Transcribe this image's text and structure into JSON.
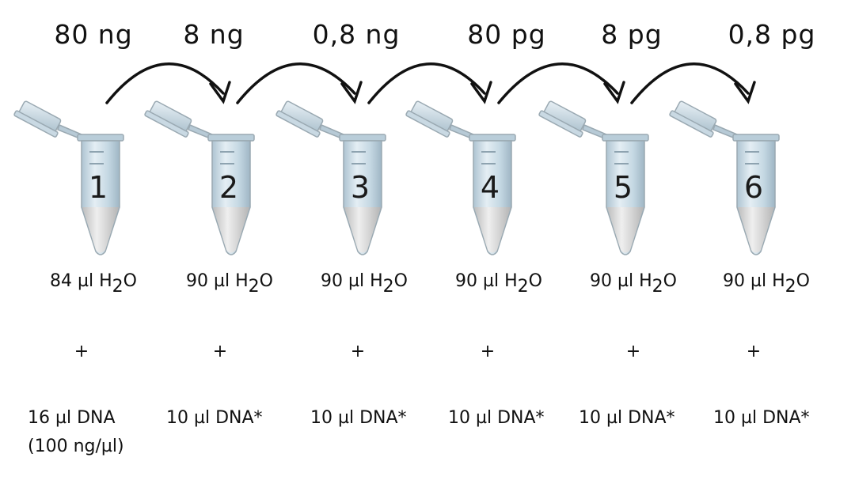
{
  "tubes": [
    {
      "number": "1",
      "amount": "80 ng",
      "water": "84 µl H",
      "water_sub": "2",
      "water_suffix": "O",
      "plus": "+",
      "dna": "16 µl DNA",
      "dna_extra": "(100 ng/µl)"
    },
    {
      "number": "2",
      "amount": "8 ng",
      "water": "90 µl H",
      "water_sub": "2",
      "water_suffix": "O",
      "plus": "+",
      "dna": "10 µl DNA*"
    },
    {
      "number": "3",
      "amount": "0,8 ng",
      "water": "90 µl H",
      "water_sub": "2",
      "water_suffix": "O",
      "plus": "+",
      "dna": "10 µl DNA*"
    },
    {
      "number": "4",
      "amount": "80 pg",
      "water": "90 µl H",
      "water_sub": "2",
      "water_suffix": "O",
      "plus": "+",
      "dna": "10 µl DNA*"
    },
    {
      "number": "5",
      "amount": "8 pg",
      "water": "90 µl H",
      "water_sub": "2",
      "water_suffix": "O",
      "plus": "+",
      "dna": "10 µl DNA*"
    },
    {
      "number": "6",
      "amount": "0,8 pg",
      "water": "90 µl H",
      "water_sub": "2",
      "water_suffix": "O",
      "plus": "+",
      "dna": "10 µl DNA*"
    }
  ],
  "colors": {
    "tube_body": "#c8dbe6",
    "tube_liquid": "#d9d9d9",
    "tube_outline": "#9aa9b2",
    "arrow": "#111111"
  }
}
